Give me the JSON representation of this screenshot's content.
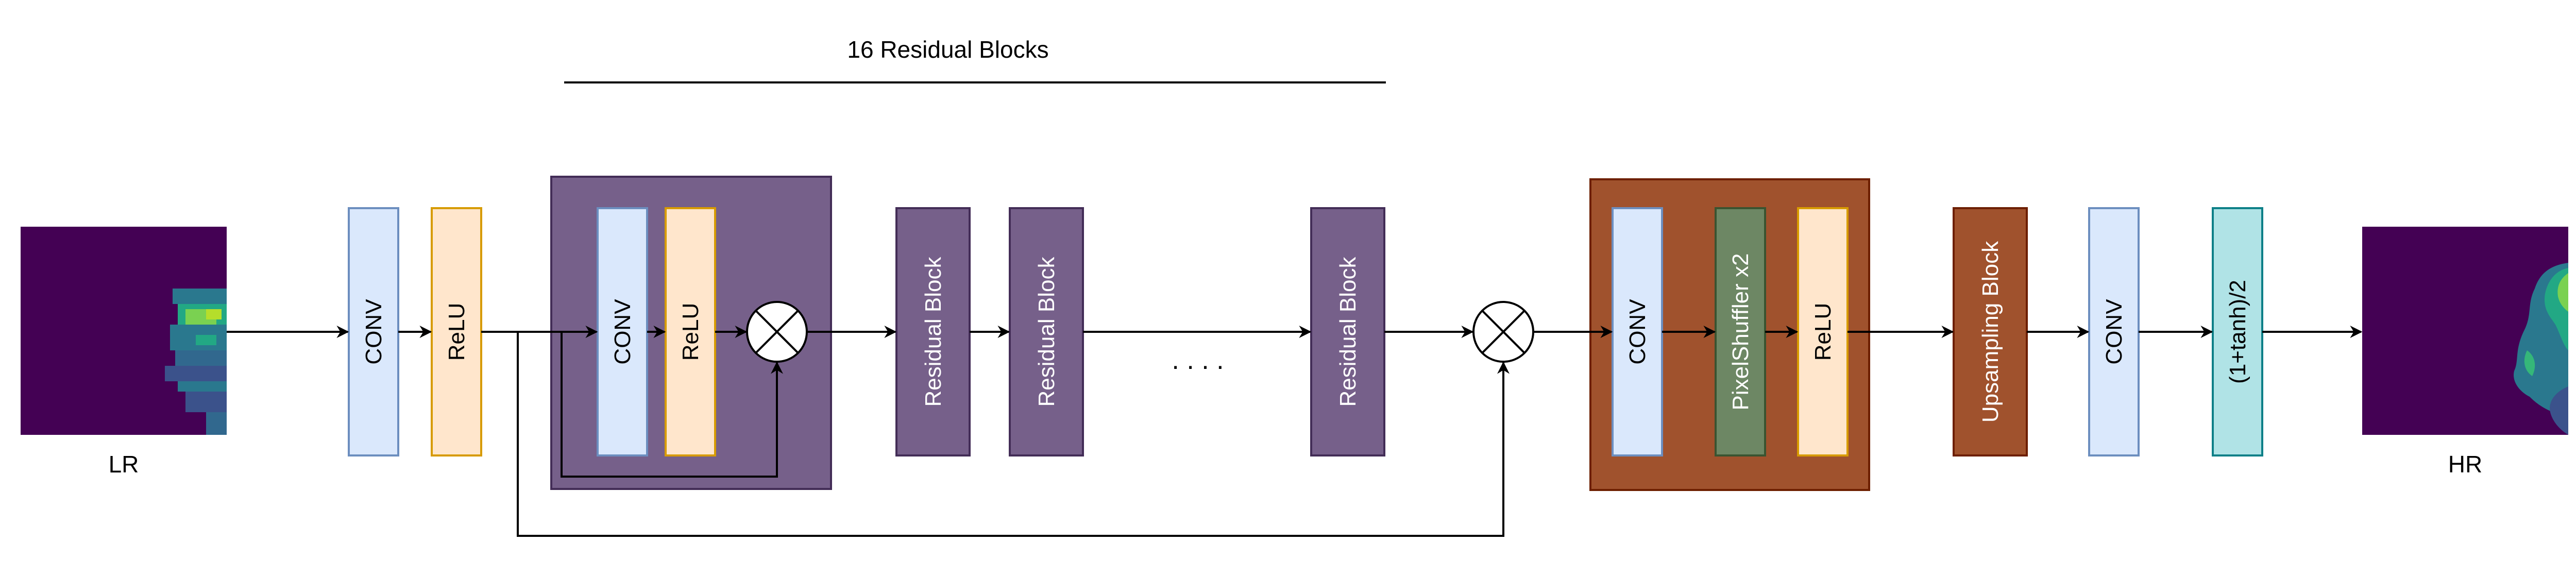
{
  "title": "16 Residual Blocks",
  "input_label": "LR",
  "output_label": "HR",
  "blocks": {
    "conv": "CONV",
    "relu": "ReLU",
    "res_conv": "CONV",
    "res_relu": "ReLU",
    "residual_block": "Residual Block",
    "ellipsis": ". . . .",
    "up_conv": "CONV",
    "pixel_shuffler": "PixelShuffler x2",
    "up_relu": "ReLU",
    "upsampling_block": "Upsampling Block",
    "final_conv": "CONV",
    "tanh": "(1+tanh)/2"
  },
  "colors": {
    "conv_fill": "#dae8fc",
    "conv_stroke": "#6c8ebf",
    "relu_fill": "#ffe6cc",
    "relu_stroke": "#d79b00",
    "residual_fill": "#76608a",
    "residual_stroke": "#432d57",
    "upsample_fill": "#a0522d",
    "upsample_stroke": "#6d1f00",
    "pixel_shuffler_fill": "#6d8764",
    "pixel_shuffler_stroke": "#3a5431",
    "tanh_fill": "#b0e3e6",
    "tanh_stroke": "#0e8088",
    "image_bg": "#440154"
  }
}
